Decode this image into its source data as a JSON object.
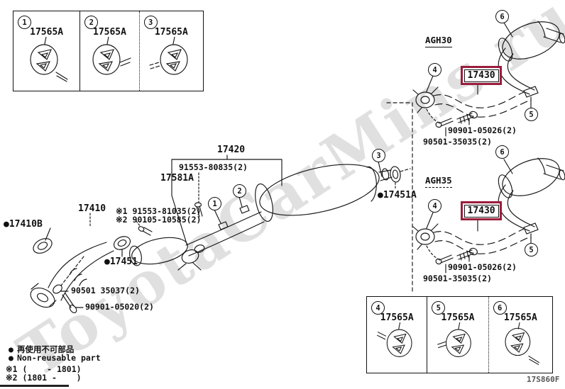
{
  "watermark": "ToyotaCarMins.ru",
  "diagram_code": "17S860F",
  "colors": {
    "highlight_box": "#9b1c3c",
    "watermark": "#c2c2c2",
    "line": "#161616"
  },
  "hanger_tables": {
    "top": [
      {
        "num": "1",
        "part": "17565A"
      },
      {
        "num": "2",
        "part": "17565A"
      },
      {
        "num": "3",
        "part": "17565A"
      }
    ],
    "bottom": [
      {
        "num": "4",
        "part": "17565A"
      },
      {
        "num": "5",
        "part": "17565A"
      },
      {
        "num": "6",
        "part": "17565A"
      }
    ]
  },
  "center": {
    "front_pipe": "17410",
    "front_pipe_gasket": "●17410B",
    "center_pipe_assembly": "17420",
    "bracket": "17581A",
    "center_bolt": "91553-80835(2)",
    "gasket_front": "●17451",
    "gasket_rear": "●17451A",
    "note_bolt_1": "※1 91553-81035(2)",
    "note_bolt_2": "※2 90105-10585(2)",
    "stay_nut": "90501 35037(2)",
    "flange_bolt": "90901-05020(2)",
    "callout_1": "1",
    "callout_2": "2",
    "callout_3": "3"
  },
  "sections": [
    {
      "model": "AGH30",
      "tailpipe": "17430",
      "flange_bolt": "90901-05026(2)",
      "flange_nut": "90501-35035(2)",
      "callout_flange": "4",
      "callout_hanger": "5",
      "callout_muffler": "6"
    },
    {
      "model": "AGH35",
      "tailpipe": "17430",
      "flange_bolt": "90901-05026(2)",
      "flange_nut": "90501-35035(2)",
      "callout_flange": "4",
      "callout_hanger": "5",
      "callout_muffler": "6"
    }
  ],
  "legend": {
    "bullet": "●",
    "jp_text": "再使用不可部品",
    "en_text": "Non-reusable part",
    "range_note1": "※1 (    - 1801)",
    "range_note2": "※2 (1801 -    )"
  }
}
